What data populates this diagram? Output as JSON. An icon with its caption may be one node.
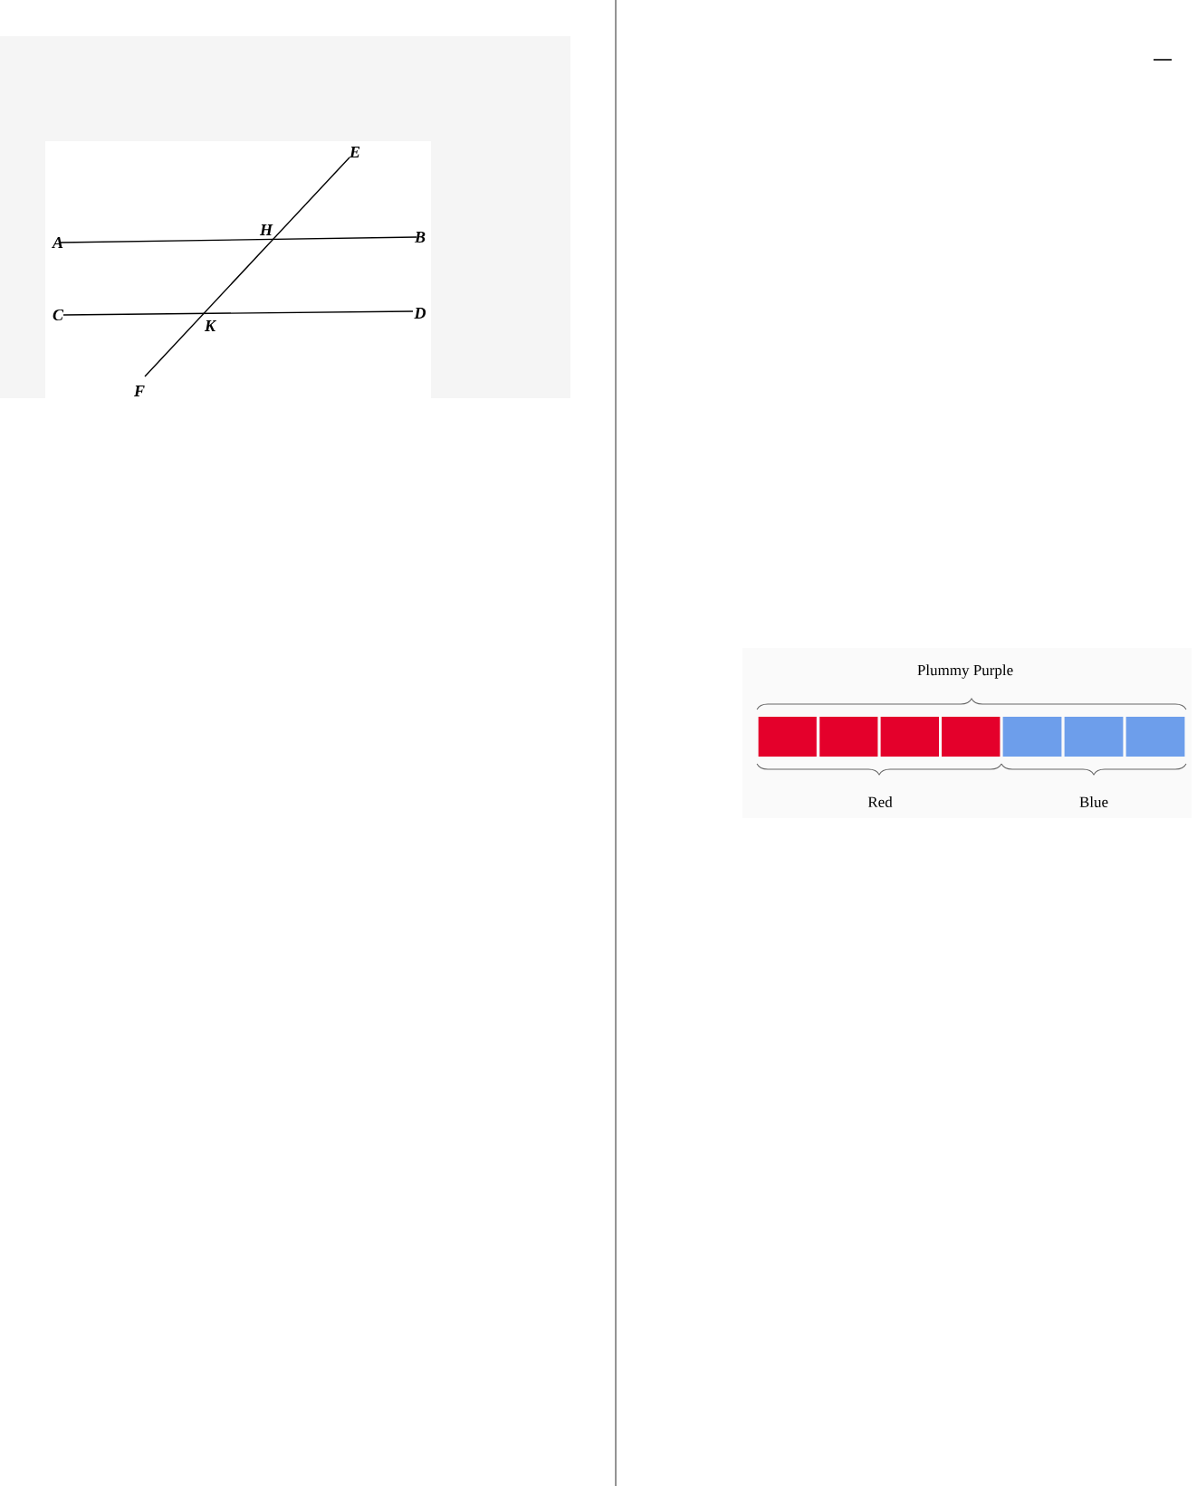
{
  "diagram": {
    "labels": [
      "E",
      "A",
      "H",
      "B",
      "C",
      "K",
      "D",
      "F",
      "Plummy Purple",
      "Red",
      "Blue"
    ]
  }
}
